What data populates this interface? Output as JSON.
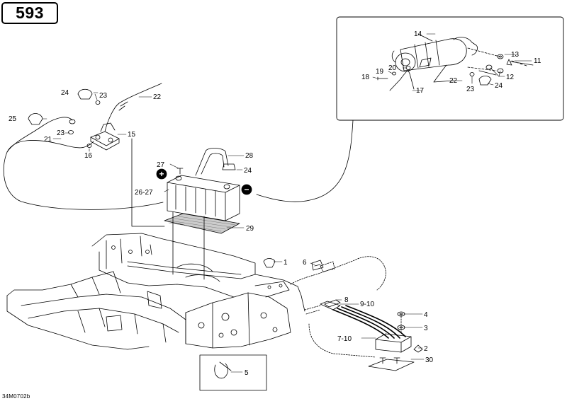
{
  "page_number": "593",
  "drawing_code": "34M0702b",
  "callouts": {
    "c1": "1",
    "c2": "2",
    "c3": "3",
    "c4": "4",
    "c5": "5",
    "c6": "6",
    "c7_10": "7-10",
    "c8": "8",
    "c9_10": "9-10",
    "c11": "11",
    "c12": "12",
    "c13": "13",
    "c14": "14",
    "c15": "15",
    "c16": "16",
    "c17": "17",
    "c18": "18",
    "c19": "19",
    "c20": "20",
    "c21": "21",
    "c22a": "22",
    "c22b": "22",
    "c23a": "23",
    "c23b": "23",
    "c23c": "23",
    "c24a": "24",
    "c24b": "24",
    "c24c": "24",
    "c25": "25",
    "c26_27": "26-27",
    "c27": "27",
    "c28": "28",
    "c29": "29",
    "c30": "30"
  },
  "battery_terminals": {
    "positive": "+",
    "negative": "−"
  }
}
